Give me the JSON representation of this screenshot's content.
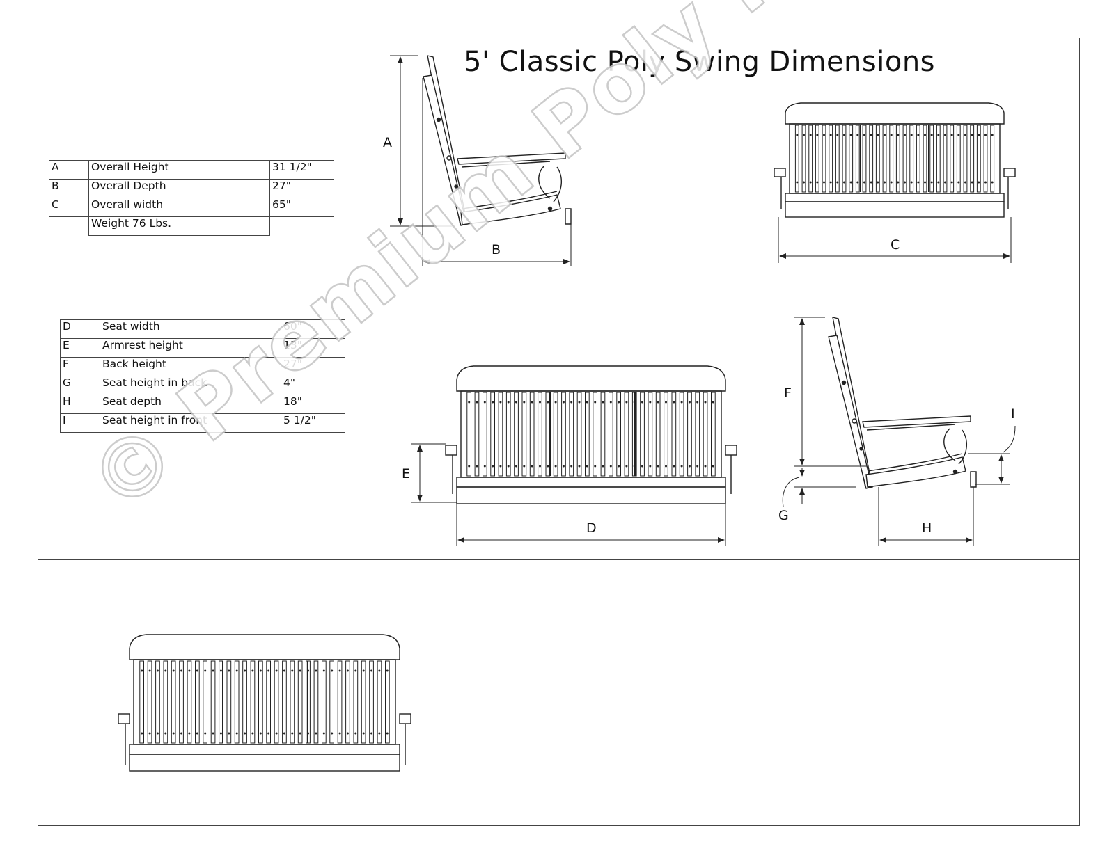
{
  "title": "5' Classic Poly Swing Dimensions",
  "table1": [
    {
      "key": "A",
      "label": "Overall Height",
      "value": "31 1/2\""
    },
    {
      "key": "B",
      "label": "Overall Depth",
      "value": "27\""
    },
    {
      "key": "C",
      "label": "Overall width",
      "value": "65\""
    }
  ],
  "weight": "Weight 76 Lbs.",
  "table2": [
    {
      "key": "D",
      "label": "Seat width",
      "value": "60\""
    },
    {
      "key": "E",
      "label": "Armrest height",
      "value": "13\""
    },
    {
      "key": "F",
      "label": "Back height",
      "value": "27\""
    },
    {
      "key": "G",
      "label": "Seat height in back",
      "value": "4\""
    },
    {
      "key": "H",
      "label": "Seat depth",
      "value": "18\""
    },
    {
      "key": "I",
      "label": "Seat height in front",
      "value": "5 1/2\""
    }
  ],
  "dimension_labels": {
    "a": "A",
    "b": "B",
    "c": "C",
    "d": "D",
    "e": "E",
    "f": "F",
    "g": "G",
    "h": "H",
    "i": "I"
  },
  "watermark": "© Premium Poly Patios"
}
